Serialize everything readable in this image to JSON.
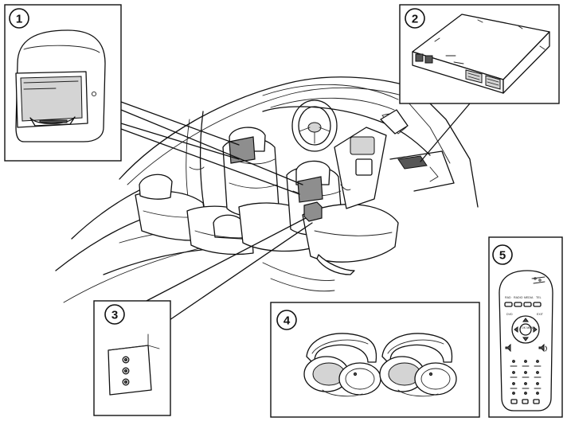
{
  "callouts": {
    "c1": "1",
    "c2": "2",
    "c3": "3",
    "c4": "4",
    "c5": "5"
  },
  "remote": {
    "mode_keys": [
      "RAD",
      "RADIO",
      "MEDIA",
      "TEL"
    ],
    "left_label": "DVD",
    "right_label": "EXIT",
    "center_label": "OK MENU"
  }
}
